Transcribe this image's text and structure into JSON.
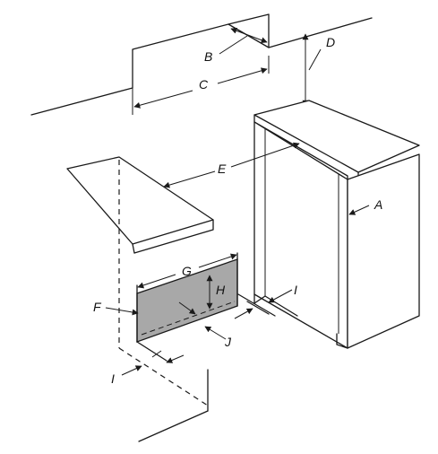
{
  "diagram": {
    "labels": {
      "a": "A",
      "b": "B",
      "c": "C",
      "d": "D",
      "e": "E",
      "f": "F",
      "g": "G",
      "h": "H",
      "i_front": "I",
      "i_side": "I",
      "j": "J"
    },
    "colors": {
      "line": "#1a1a1a",
      "shaded_panel": "#a8a8a8",
      "background": "#ffffff"
    }
  }
}
